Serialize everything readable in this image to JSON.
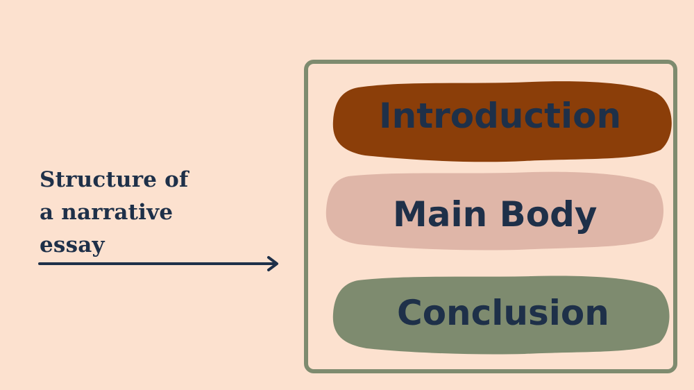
{
  "caption": {
    "lines": [
      "Structure of",
      "a narrative",
      "essay"
    ]
  },
  "sections": [
    {
      "label": "Introduction",
      "color": "#8b3e09"
    },
    {
      "label": "Main Body",
      "color": "#dfb6a8"
    },
    {
      "label": "Conclusion",
      "color": "#7e8b6f"
    }
  ],
  "colors": {
    "background": "#fce1cf",
    "text": "#1e3049",
    "frame": "#7e8b6f"
  }
}
